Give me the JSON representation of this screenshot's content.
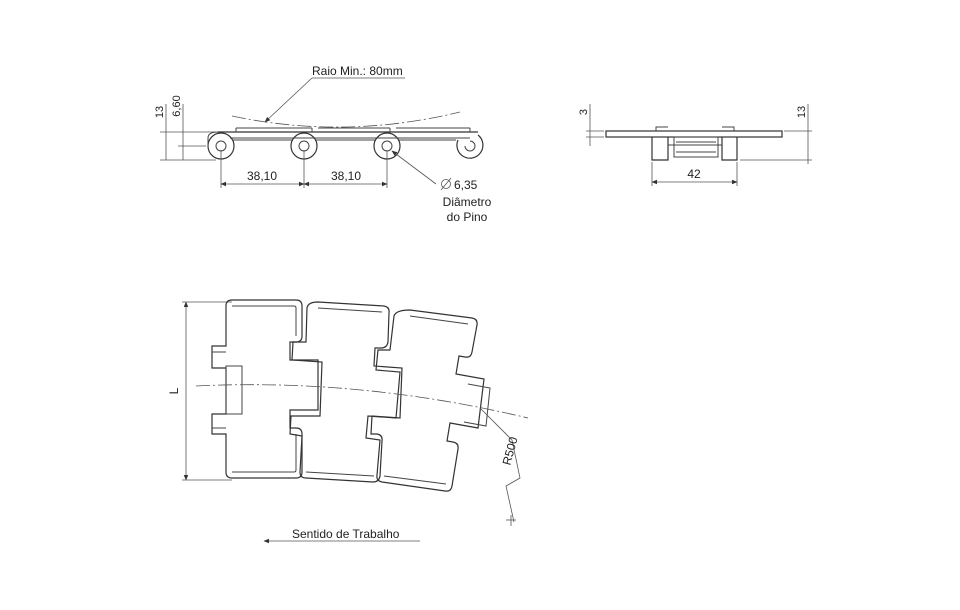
{
  "side_view": {
    "radius_label": "Raio Min.: 80mm",
    "dim_total_height": "13",
    "dim_link_height": "6,60",
    "pitch_1": "38,10",
    "pitch_2": "38,10",
    "pin_diameter": "6,35",
    "pin_caption_line1": "Diâmetro",
    "pin_caption_line2": "do Pino"
  },
  "end_view": {
    "dim_plate": "3",
    "dim_height": "13",
    "dim_width": "42"
  },
  "top_view": {
    "width_label": "L",
    "radius_label": "R500",
    "direction_label": "Sentido de Trabalho"
  }
}
